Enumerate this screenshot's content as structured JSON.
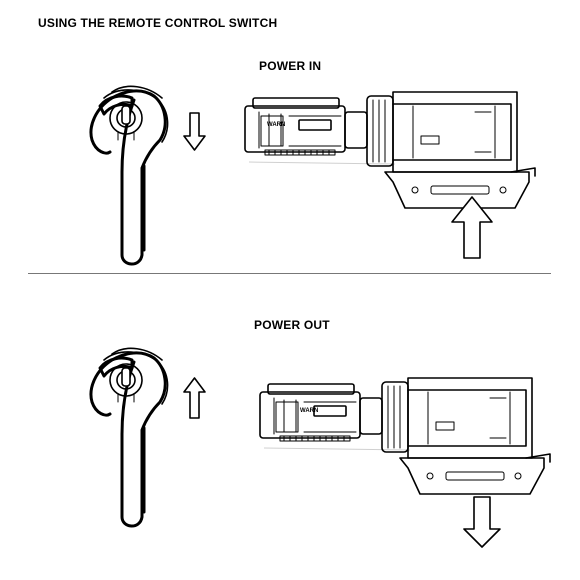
{
  "title": "USING THE REMOTE CONTROL SWITCH",
  "panels": {
    "power_in": {
      "label": "POWER IN",
      "switch_direction": "down",
      "load_arrow": "up"
    },
    "power_out": {
      "label": "POWER OUT",
      "switch_direction": "up",
      "load_arrow": "down"
    }
  },
  "winch_brand_badge": "WARN"
}
